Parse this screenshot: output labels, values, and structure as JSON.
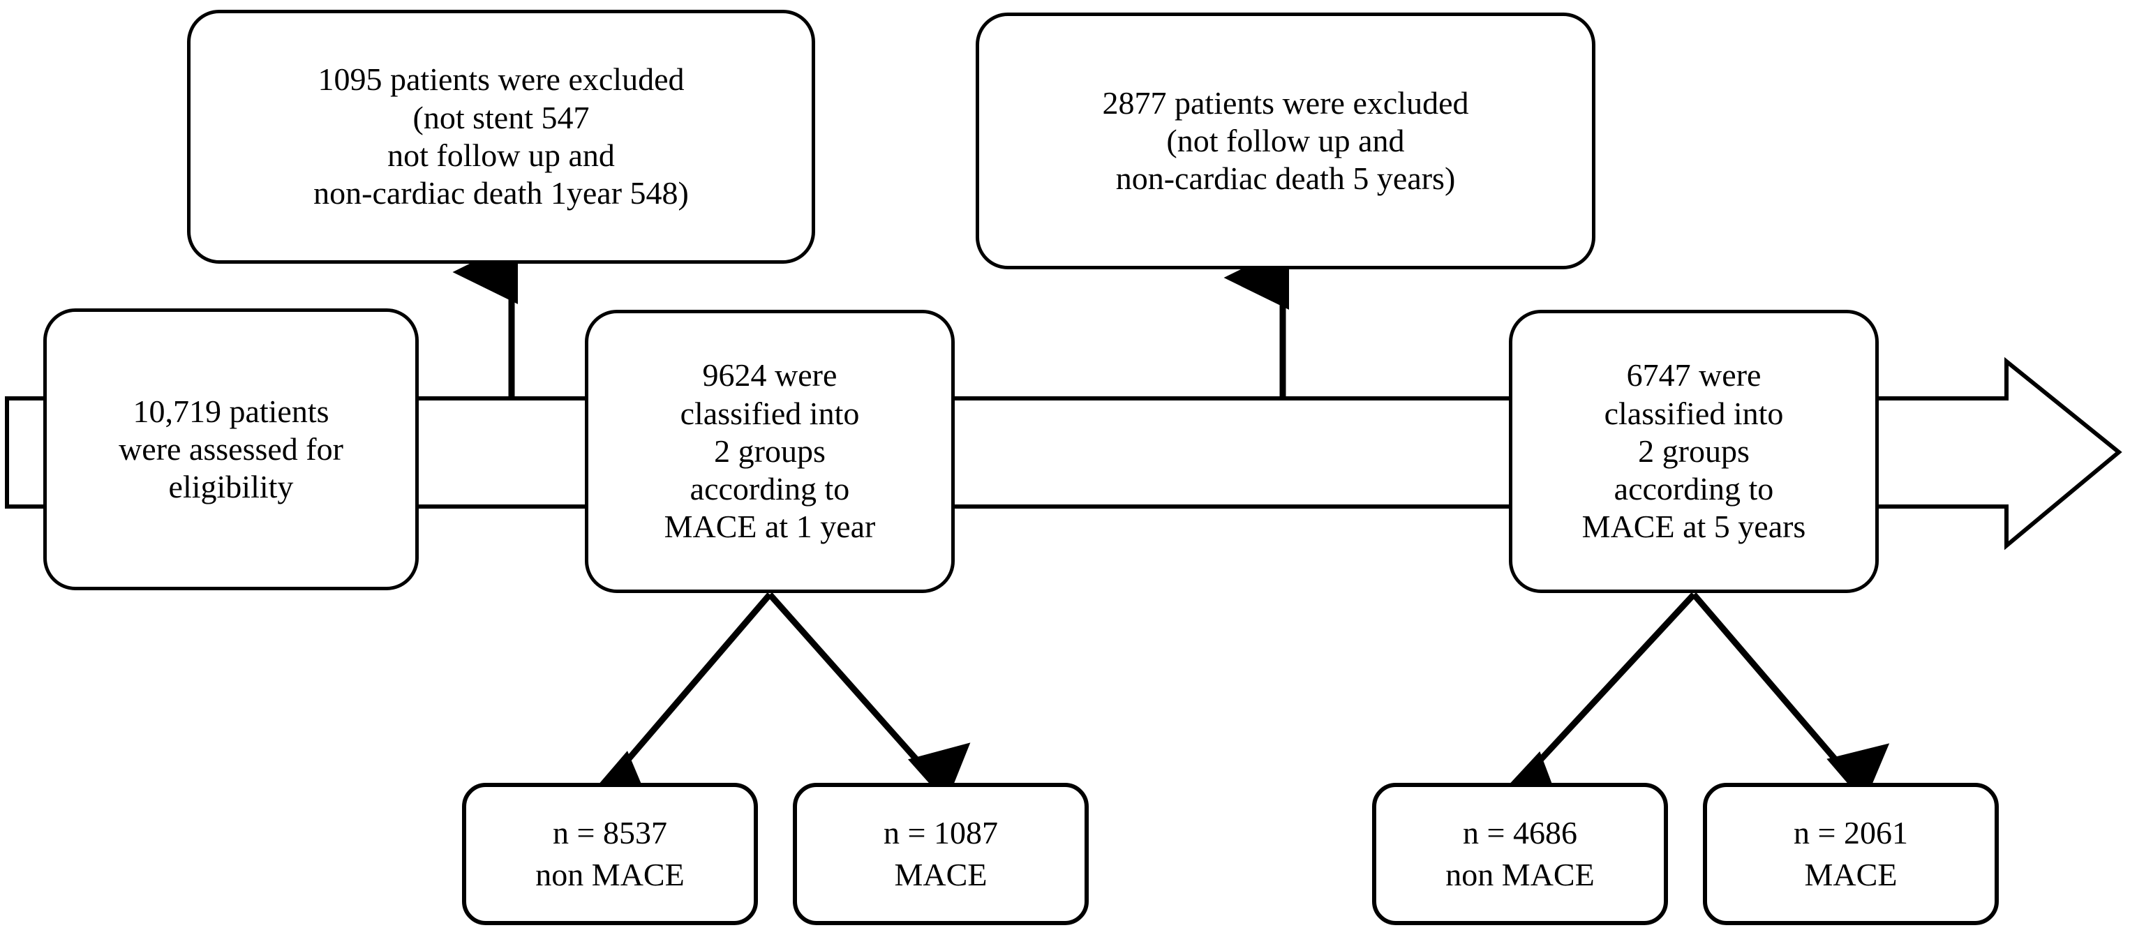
{
  "diagram": {
    "title": "Patient flow diagram",
    "type": "flowchart",
    "line_color": "#000000",
    "background_color": "#ffffff",
    "nodes": {
      "exclusion_1": {
        "label": "1095 patients were excluded\n(not stent 547\nnot follow up and\nnon-cardiac death 1year 548)",
        "count": 1095,
        "reasons": [
          {
            "reason": "not stent",
            "count": 547
          },
          {
            "reason": "not follow up and non-cardiac death 1year",
            "count": 548
          }
        ]
      },
      "exclusion_2": {
        "label": "2877 patients were excluded\n(not follow up and\nnon-cardiac death 5 years)",
        "count": 2877,
        "reasons": [
          {
            "reason": "not follow up and non-cardiac death 5 years",
            "count": 2877
          }
        ]
      },
      "assessed": {
        "label": "10,719 patients\nwere assessed for\neligibility",
        "count": 10719
      },
      "classified_1year": {
        "label": "9624 were\nclassified into\n2 groups\naccording to\nMACE at 1 year",
        "count": 9624,
        "timepoint": "1 year",
        "groups": 2
      },
      "classified_5years": {
        "label": "6747 were\nclassified into\n2 groups\naccording to\nMACE at 5 years",
        "count": 6747,
        "timepoint": "5 years",
        "groups": 2
      },
      "outcome_1year_non_mace": {
        "label": "n = 8537\nnon MACE",
        "count": 8537,
        "group": "non MACE",
        "timepoint": "1 year"
      },
      "outcome_1year_mace": {
        "label": "n = 1087\nMACE",
        "count": 1087,
        "group": "MACE",
        "timepoint": "1 year"
      },
      "outcome_5years_non_mace": {
        "label": "n = 4686\nnon MACE",
        "count": 4686,
        "group": "non MACE",
        "timepoint": "5 years"
      },
      "outcome_5years_mace": {
        "label": "n = 2061\nMACE",
        "count": 2061,
        "group": "MACE",
        "timepoint": "5 years"
      }
    },
    "connectors": [
      {
        "name": "exclusion-arrow-1year",
        "from": "main-flow",
        "to": "exclusion_1",
        "direction": "up"
      },
      {
        "name": "exclusion-arrow-5years",
        "from": "main-flow",
        "to": "exclusion_2",
        "direction": "up"
      },
      {
        "name": "branch-1year-non-mace",
        "from": "classified_1year",
        "to": "outcome_1year_non_mace",
        "direction": "down-left"
      },
      {
        "name": "branch-1year-mace",
        "from": "classified_1year",
        "to": "outcome_1year_mace",
        "direction": "down-right"
      },
      {
        "name": "branch-5years-non-mace",
        "from": "classified_5years",
        "to": "outcome_5years_non_mace",
        "direction": "down-left"
      },
      {
        "name": "branch-5years-mace",
        "from": "classified_5years",
        "to": "outcome_5years_mace",
        "direction": "down-right"
      },
      {
        "name": "main-flow-block-arrow",
        "from": "assessed",
        "to": "continuation",
        "direction": "right"
      }
    ]
  }
}
